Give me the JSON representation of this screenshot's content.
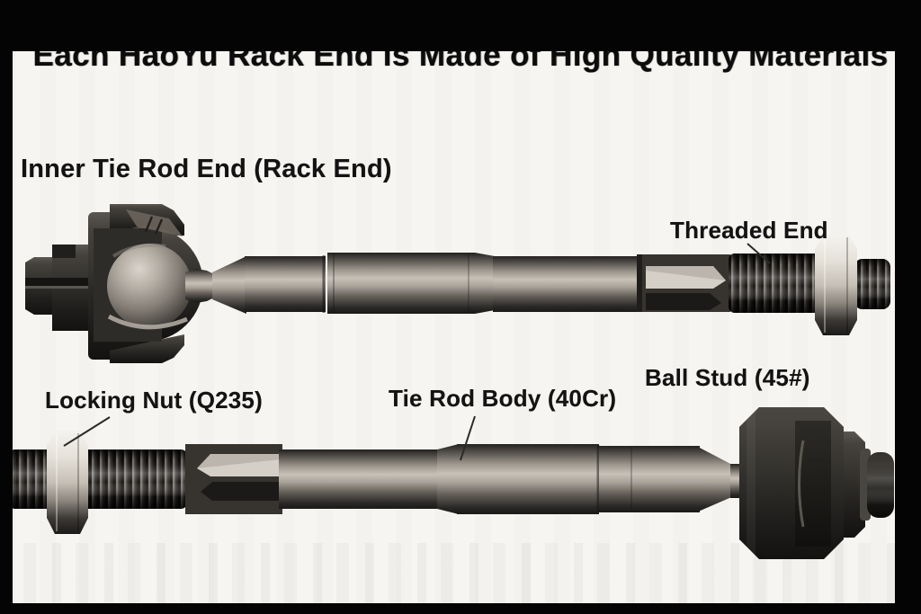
{
  "title": {
    "text": "Each HaoYu Rack End is Made of High Quality Materials"
  },
  "callouts": {
    "inner_tie_rod_end": "Inner Tie Rod End (Rack End)",
    "threaded_end": "Threaded End",
    "locking_nut": "Locking Nut (Q235)",
    "tie_rod_body": "Tie Rod Body (40Cr)",
    "ball_stud": "Ball Stud (45#)"
  },
  "parts": [
    "inner-tie-rod-end-assembly-top",
    "inner-tie-rod-end-assembly-bottom"
  ],
  "materials": {
    "locking_nut_steel": "Q235",
    "tie_rod_body_steel": "40Cr",
    "ball_stud_steel": "45#"
  },
  "colors": {
    "frame": "#040404",
    "background": "#f7f5f1",
    "label_text": "#131313",
    "steel_highlight": "#c7c1b8",
    "steel_mid": "#8d8780",
    "steel_dark": "#23211f",
    "housing_dark": "#2b2926",
    "nut_bright": "#f5f3ef",
    "thread_dark": "#23201e"
  }
}
